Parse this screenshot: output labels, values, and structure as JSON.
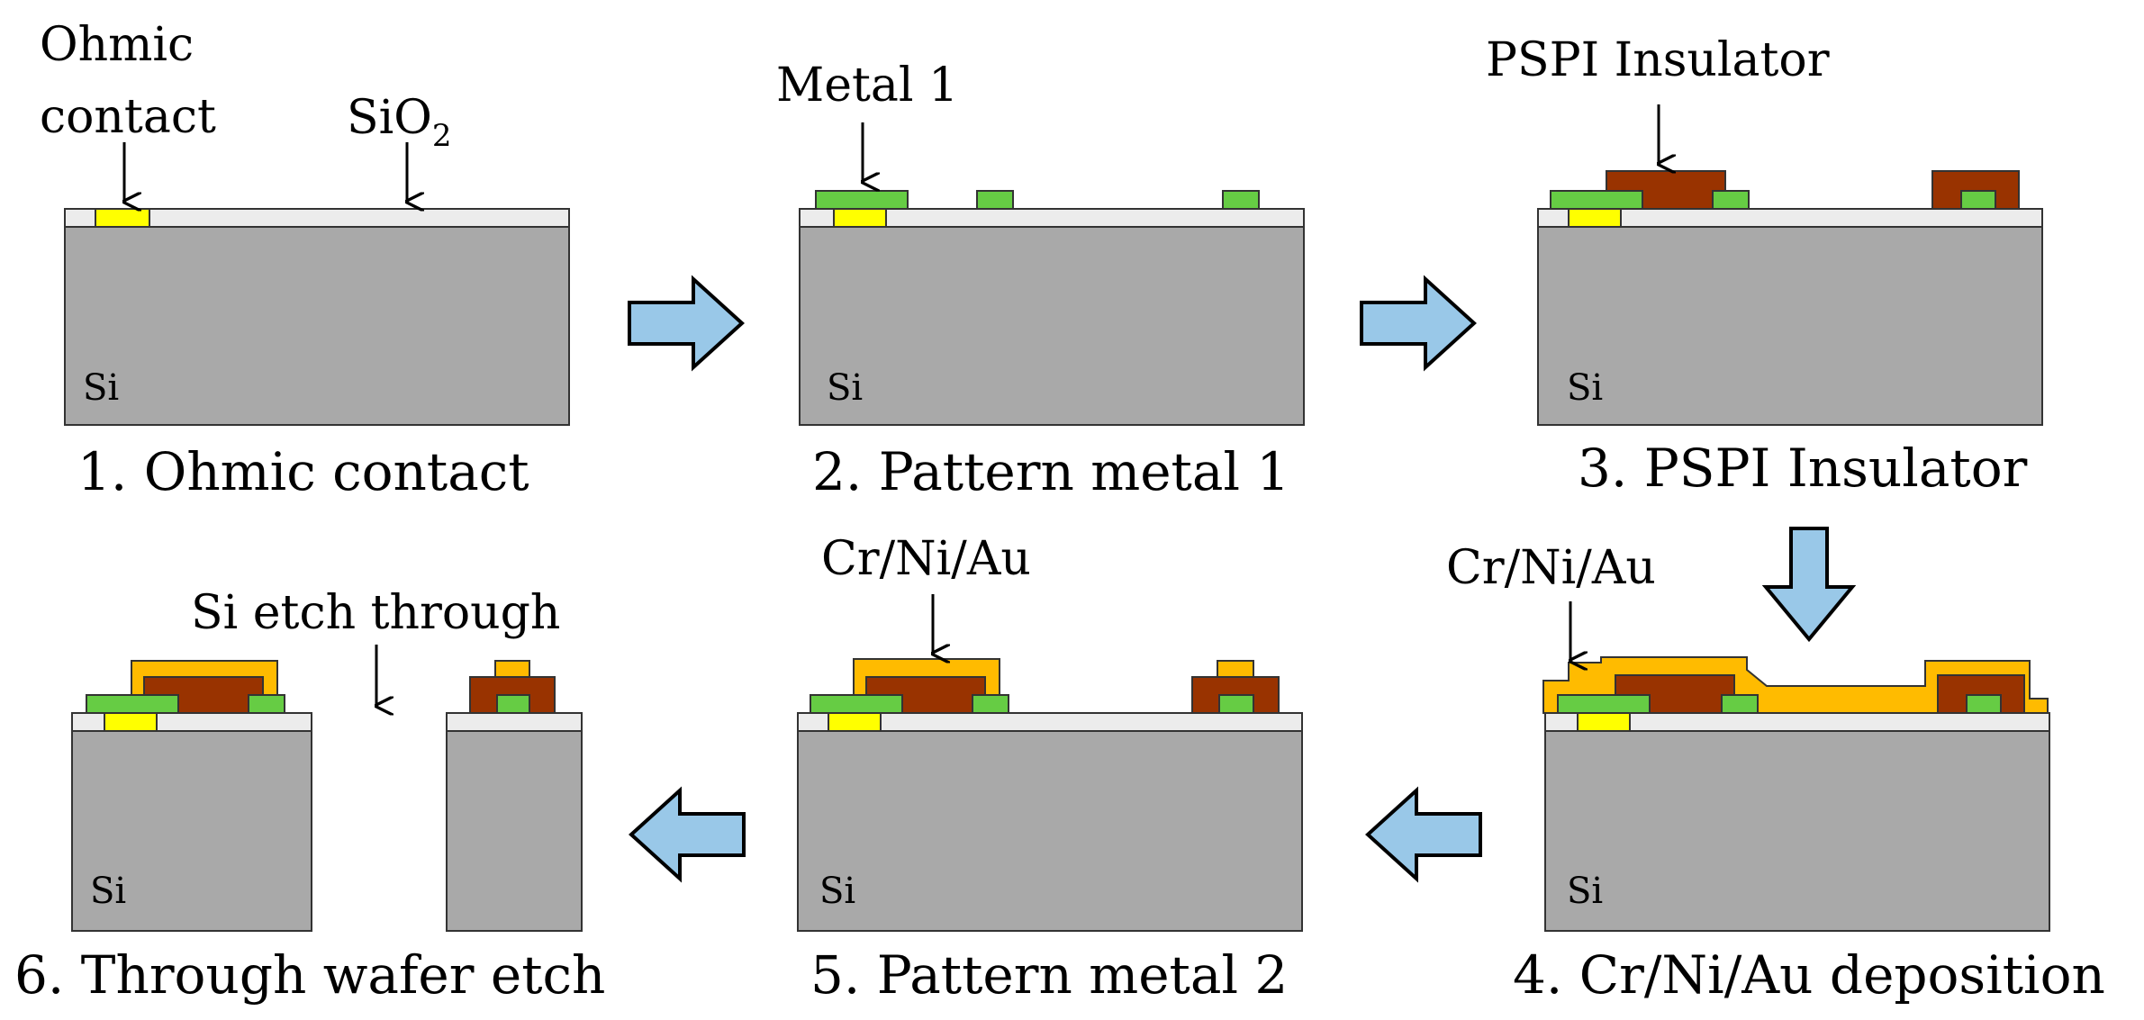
{
  "colors": {
    "silicon": "#a9a9a9",
    "sio2": "#ececec",
    "ohmic": "#ffff00",
    "metal1": "#66cc44",
    "pspi": "#993300",
    "crniau": "#ffbb00",
    "arrow_fill": "#99c8e8"
  },
  "steps": [
    {
      "caption": "1. Ohmic contact",
      "substrate": "Si"
    },
    {
      "caption": "2. Pattern metal 1",
      "substrate": "Si"
    },
    {
      "caption": "3. PSPI Insulator",
      "substrate": "Si"
    },
    {
      "caption": "4. Cr/Ni/Au deposition",
      "substrate": "Si"
    },
    {
      "caption": "5. Pattern metal 2",
      "substrate": "Si"
    },
    {
      "caption": "6. Through wafer etch",
      "substrate": "Si"
    }
  ],
  "labels": {
    "ohmic_line1": "Ohmic",
    "ohmic_line2": "contact",
    "sio2_main": "SiO",
    "sio2_sub": "2",
    "metal1": "Metal 1",
    "pspi": "PSPI Insulator",
    "crniau_step4": "Cr/Ni/Au",
    "crniau_step5": "Cr/Ni/Au",
    "si_etch": "Si etch through"
  },
  "icons": {
    "process_arrow": "block-arrow-icon",
    "pointer": "down-arrow-icon"
  }
}
